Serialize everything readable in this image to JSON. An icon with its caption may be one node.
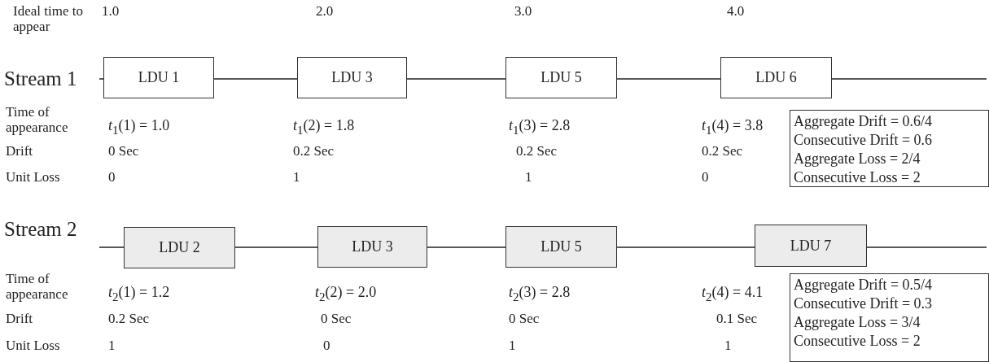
{
  "diagram": {
    "nodes": [
      {
        "text": [
          "LDU 1"
        ]
      },
      {
        "text": [
          "LDU 3"
        ]
      },
      {
        "text": [
          "LDU 5"
        ]
      },
      {
        "text": [
          "LDU 6"
        ]
      },
      {
        "text": [
          "Aggregate Drift = 0.6/4",
          "Consecutive Drift = 0.6",
          "Aggregate Loss = 2/4",
          "Consecutive Loss = 2"
        ]
      },
      {
        "text": [
          "LDU 2"
        ]
      },
      {
        "text": [
          "LDU 3"
        ]
      },
      {
        "text": [
          "LDU 5"
        ]
      },
      {
        "text": [
          "LDU 7"
        ]
      },
      {
        "text": [
          "Aggregate Drift = 0.5/4",
          "Consecutive Drift = 0.3",
          "Aggregate Loss = 3/4",
          "Consecutive Loss = 2"
        ]
      }
    ],
    "edges": [],
    "labels": [
      "Ideal time to appear",
      "1.0",
      "2.0",
      "3.0",
      "4.0",
      "Stream 1",
      "Time of appearance",
      "*t*$_{1}$(1) = 1.0",
      "*t*$_{1}$(2) = 1.8",
      "*t*$_{1}$(3) = 2.8",
      "*t*$_{1}$(4) = 3.8",
      "Drift",
      "0 Sec",
      "0.2 Sec",
      "0.2 Sec",
      "0.2 Sec",
      "Unit Loss",
      "0",
      "1",
      "1",
      "0",
      "Stream 2",
      "Time of appearance",
      "*t*$_{2}$(1) = 1.2",
      "*t*$_{2}$(2) = 2.0",
      "*t*$_{2}$(3) = 2.8",
      "*t*$_{2}$(4) = 4.1",
      "Drift",
      "0.2 Sec",
      "0 Sec",
      "0 Sec",
      "0.1 Sec",
      "Unit Loss",
      "1",
      "0",
      "1",
      "1"
    ]
  }
}
